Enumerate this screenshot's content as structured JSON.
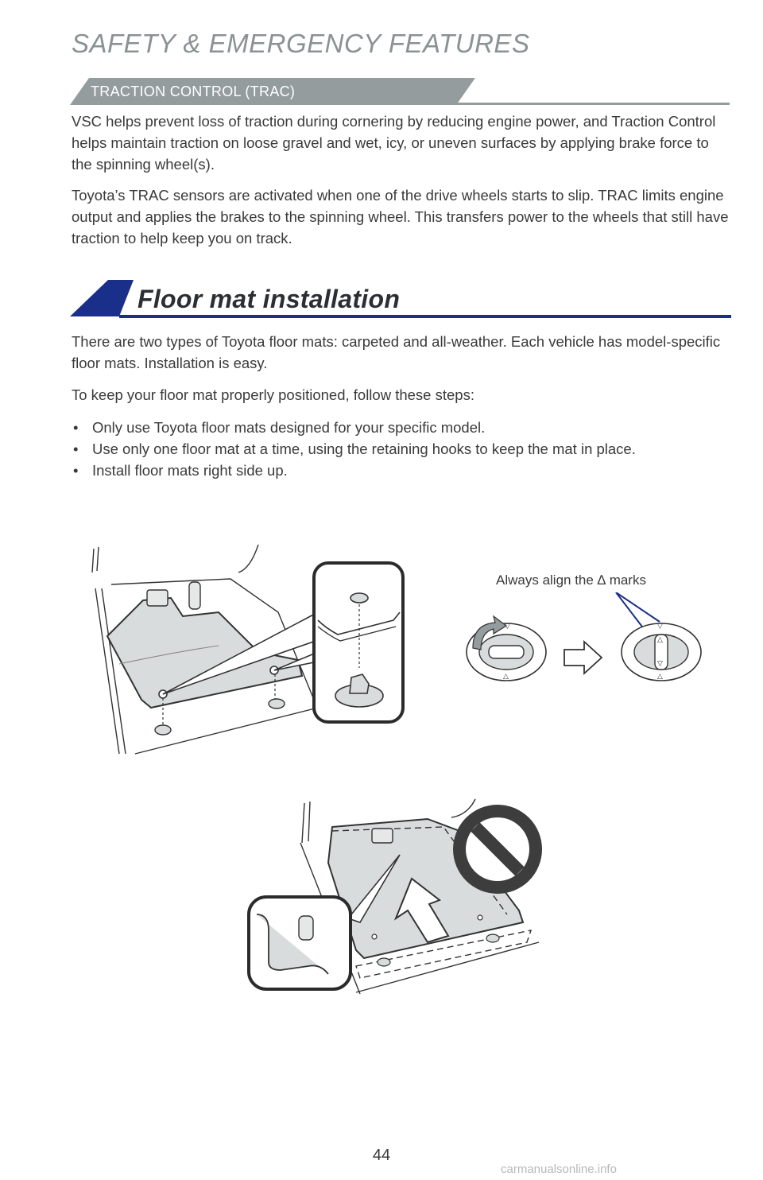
{
  "page": {
    "title": "SAFETY & EMERGENCY FEATURES",
    "number": "44",
    "watermark": "carmanualsonline.info"
  },
  "trac_section": {
    "heading": "TRACTION CONTROL (TRAC)",
    "paragraphs": [
      "VSC helps prevent loss of traction during cornering by reducing engine power, and Traction Control helps maintain traction on loose gravel and wet, icy, or uneven surfaces by applying brake force to the spinning wheel(s).",
      "Toyota’s TRAC sensors are activated when one of the drive wheels starts to slip. TRAC limits engine output and applies the brakes to the spinning wheel. This transfers power to the wheels that still have traction to help keep you on track."
    ]
  },
  "floor_mat_section": {
    "heading": "Floor mat installation",
    "paragraphs": [
      "There are two types of Toyota floor mats: carpeted and all-weather. Each vehicle has model-specific floor mats. Installation is easy.",
      "To keep your floor mat properly positioned, follow these steps:"
    ],
    "bullets": [
      "Only use Toyota floor mats designed for your specific model.",
      "Use only one floor mat at a time, using the retaining hooks to keep the mat in place.",
      "Install floor mats right side up."
    ],
    "bullet_symbol": "•"
  },
  "figures": {
    "align_caption": "Always align the ∆ marks"
  },
  "colors": {
    "title_gray": "#8a9294",
    "banner_gray": "#959c9d",
    "brand_blue": "#1a2f8a",
    "mat_fill": "#d9dcdc",
    "prohibit": "#3d3d3d"
  }
}
